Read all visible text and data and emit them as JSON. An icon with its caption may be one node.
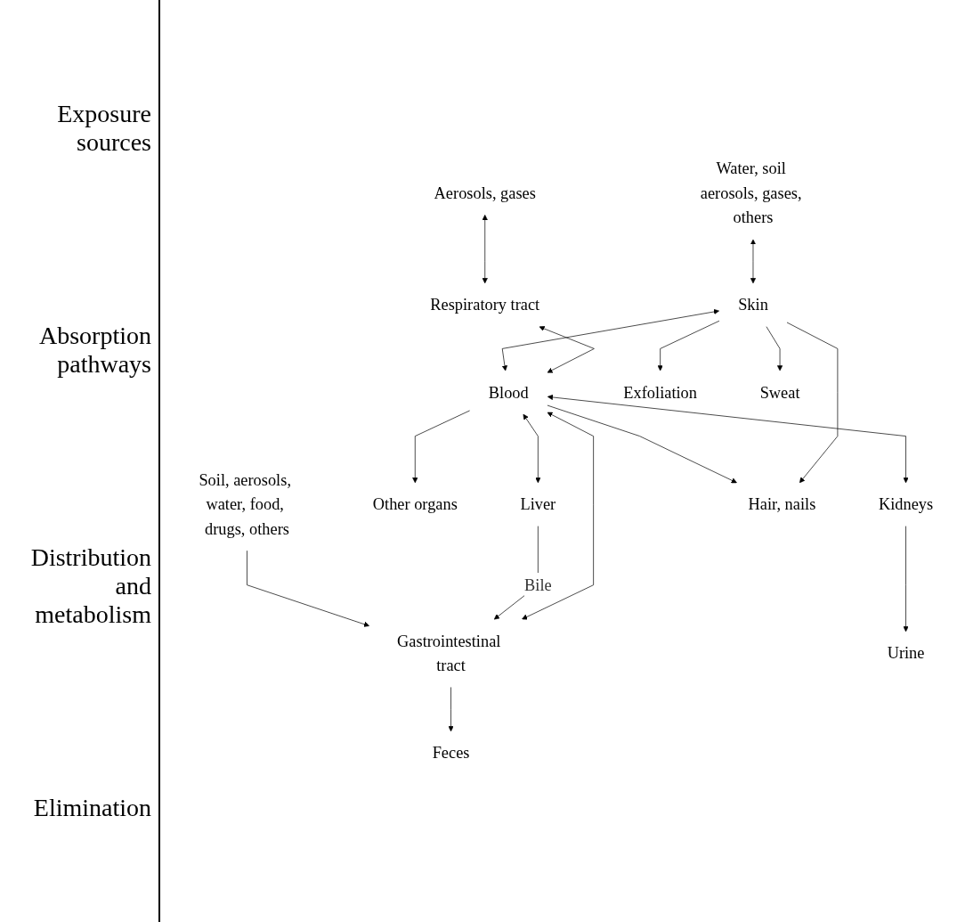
{
  "diagram": {
    "nodes": [
      {
        "text": [
          "Water, soil aerosols, gases, others"
        ]
      },
      {
        "text": [
          "Aerosols, gases"
        ]
      },
      {
        "text": [
          "Soil, aerosols, water, food, drugs, others"
        ]
      },
      {
        "text": [
          "Skin"
        ]
      },
      {
        "text": [
          "Respiratory tract"
        ]
      },
      {
        "text": [
          "Gastrointestinal tract"
        ]
      },
      {
        "text": [
          "Blood"
        ]
      },
      {
        "text": [
          "Other organs"
        ]
      },
      {
        "text": [
          "Liver"
        ]
      },
      {
        "text": [
          "Kidneys"
        ]
      },
      {
        "text": [
          "Exfoliation"
        ]
      },
      {
        "text": [
          "Sweat"
        ]
      },
      {
        "text": [
          "Hair, nails"
        ]
      },
      {
        "text": [
          "Urine"
        ]
      },
      {
        "text": [
          "Feces"
        ]
      }
    ],
    "edges": [
      {
        "from": 0,
        "to": 3,
        "arrow": "both"
      },
      {
        "from": 1,
        "to": 4,
        "arrow": "both"
      },
      {
        "from": 2,
        "to": 5,
        "arrow": "to"
      },
      {
        "from": 3,
        "to": 6,
        "arrow": "both"
      },
      {
        "from": 4,
        "to": 6,
        "arrow": "both"
      },
      {
        "from": 5,
        "to": 6,
        "arrow": "both"
      },
      {
        "from": 6,
        "to": 7,
        "arrow": "to"
      },
      {
        "from": 6,
        "to": 12,
        "arrow": "to"
      },
      {
        "from": 6,
        "to": 9,
        "arrow": "both"
      },
      {
        "from": 6,
        "to": 8,
        "arrow": "both"
      },
      {
        "from": 8,
        "to": 5,
        "arrow": "to",
        "label": "Bile"
      },
      {
        "from": 9,
        "to": 13,
        "arrow": "to"
      },
      {
        "from": 3,
        "to": 10,
        "arrow": "to"
      },
      {
        "from": 3,
        "to": 11,
        "arrow": "to"
      },
      {
        "from": 3,
        "to": 12,
        "arrow": "to"
      },
      {
        "from": 5,
        "to": 14,
        "arrow": "to"
      }
    ],
    "labels": [
      "Exposure sources",
      "Absorption pathways",
      "Distribution and metabolism",
      "Elimination"
    ]
  }
}
